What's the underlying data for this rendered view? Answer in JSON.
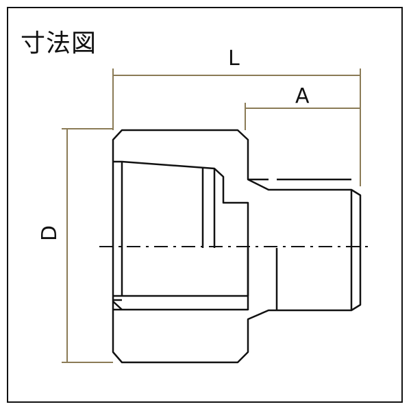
{
  "title": "寸法図",
  "dimensions": {
    "overall_length_label": "L",
    "thread_length_label": "A",
    "diameter_label": "D"
  },
  "colors": {
    "outline": "#111111",
    "dimension_line": "#8a7a55",
    "background": "#ffffff"
  }
}
